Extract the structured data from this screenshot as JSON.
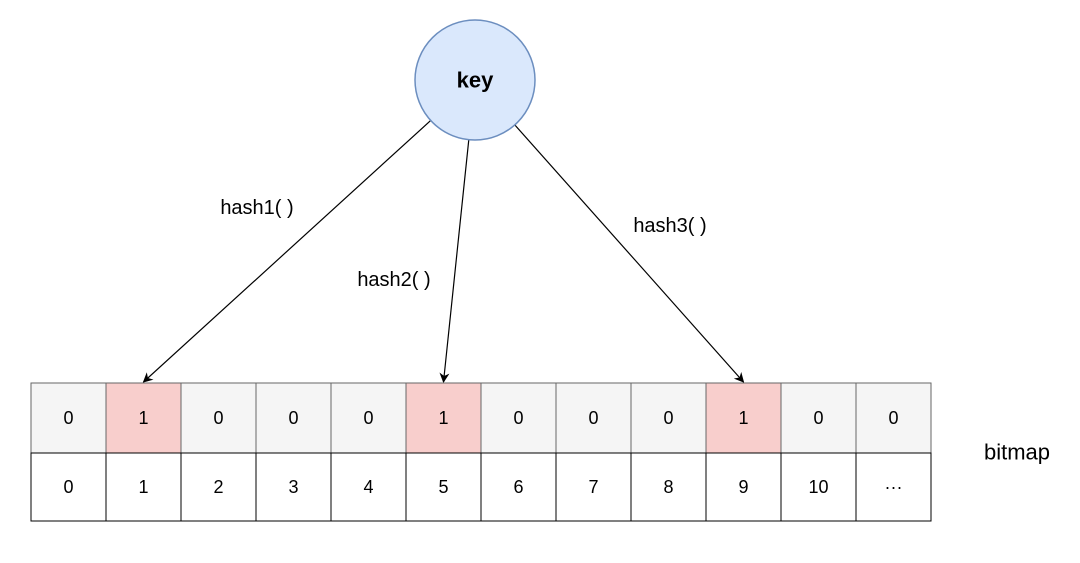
{
  "key_node": {
    "label": "key"
  },
  "edges": [
    {
      "label": "hash1( )",
      "target_index": 1
    },
    {
      "label": "hash2( )",
      "target_index": 5
    },
    {
      "label": "hash3( )",
      "target_index": 9
    }
  ],
  "bitmap": {
    "label": "bitmap",
    "bits": [
      "0",
      "1",
      "0",
      "0",
      "0",
      "1",
      "0",
      "0",
      "0",
      "1",
      "0",
      "0"
    ],
    "indices": [
      "0",
      "1",
      "2",
      "3",
      "4",
      "5",
      "6",
      "7",
      "8",
      "9",
      "10",
      "···"
    ]
  },
  "colors": {
    "node_fill": "#dae8fc",
    "node_stroke": "#6c8ebf",
    "bit_fill": "#f5f5f5",
    "bit_set_fill": "#f8cecc",
    "grid_stroke": "#666666",
    "index_stroke": "#000000",
    "arrow": "#000000"
  }
}
